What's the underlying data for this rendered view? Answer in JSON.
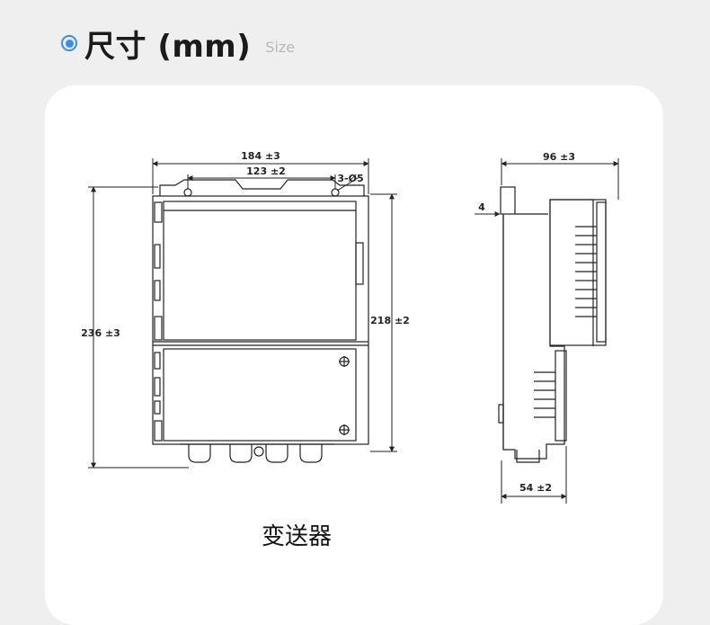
{
  "header": {
    "icon": "radio-dot-icon",
    "accent_color": "#3b8ef0",
    "title": "尺寸 (mm)",
    "subtitle": "Size"
  },
  "drawing": {
    "front_view": {
      "width_label": "184 ±3",
      "hole_spacing_label": "123 ±2",
      "hole_label": "3-Ø5",
      "height_label": "236 ±3",
      "body_height_label": "218 ±2"
    },
    "side_view": {
      "depth_label": "96 ±3",
      "flange_label": "4",
      "base_depth_label": "54 ±2"
    },
    "caption": "变送器"
  }
}
